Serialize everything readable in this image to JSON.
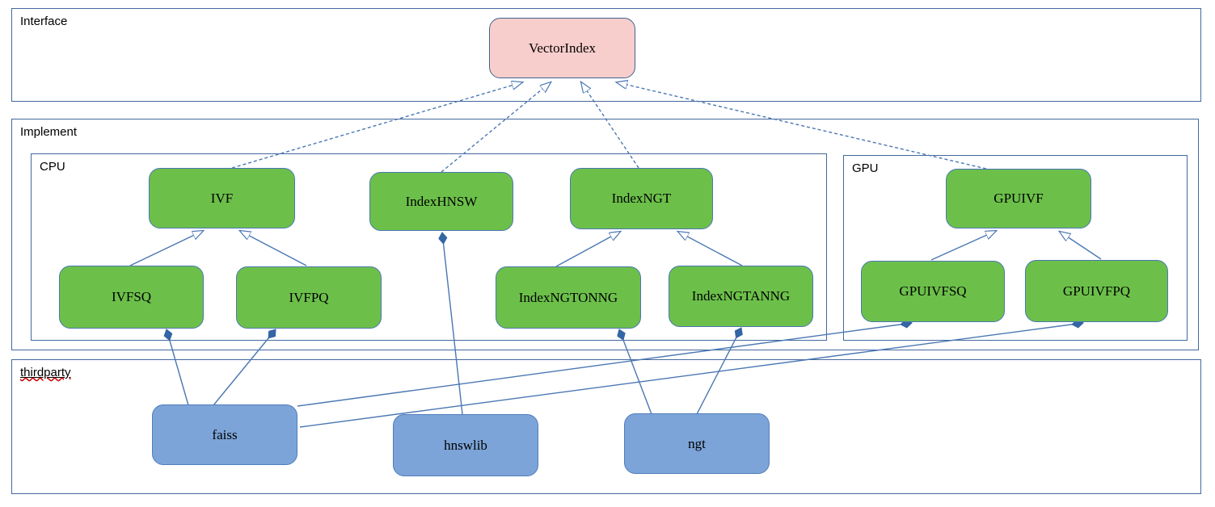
{
  "diagram": {
    "containers": {
      "interface": {
        "label": "Interface"
      },
      "implement": {
        "label": "Implement"
      },
      "cpu": {
        "label": "CPU"
      },
      "gpu": {
        "label": "GPU"
      },
      "thirdparty": {
        "label": "thirdparty"
      }
    },
    "nodes": {
      "vectorindex": {
        "label": "VectorIndex",
        "kind": "interface"
      },
      "ivf": {
        "label": "IVF",
        "kind": "cpu-class"
      },
      "indexhnsw": {
        "label": "IndexHNSW",
        "kind": "cpu-class"
      },
      "indexngt": {
        "label": "IndexNGT",
        "kind": "cpu-class"
      },
      "ivfsq": {
        "label": "IVFSQ",
        "kind": "cpu-class"
      },
      "ivfpq": {
        "label": "IVFPQ",
        "kind": "cpu-class"
      },
      "indexngtonng": {
        "label": "IndexNGTONNG",
        "kind": "cpu-class"
      },
      "indexngtanng": {
        "label": "IndexNGTANNG",
        "kind": "cpu-class"
      },
      "gpuivf": {
        "label": "GPUIVF",
        "kind": "gpu-class"
      },
      "gpuivfsq": {
        "label": "GPUIVFSQ",
        "kind": "gpu-class"
      },
      "gpuivfpq": {
        "label": "GPUIVFPQ",
        "kind": "gpu-class"
      },
      "faiss": {
        "label": "faiss",
        "kind": "library"
      },
      "hnswlib": {
        "label": "hnswlib",
        "kind": "library"
      },
      "ngt": {
        "label": "ngt",
        "kind": "library"
      }
    },
    "edges": [
      {
        "from": "IVF",
        "to": "VectorIndex",
        "type": "realization-dashed-hollow-arrow"
      },
      {
        "from": "IndexHNSW",
        "to": "VectorIndex",
        "type": "realization-dashed-hollow-arrow"
      },
      {
        "from": "IndexNGT",
        "to": "VectorIndex",
        "type": "realization-dashed-hollow-arrow"
      },
      {
        "from": "GPUIVF",
        "to": "VectorIndex",
        "type": "realization-dashed-hollow-arrow"
      },
      {
        "from": "IVFSQ",
        "to": "IVF",
        "type": "inheritance-hollow-arrow"
      },
      {
        "from": "IVFPQ",
        "to": "IVF",
        "type": "inheritance-hollow-arrow"
      },
      {
        "from": "IndexNGTONNG",
        "to": "IndexNGT",
        "type": "inheritance-hollow-arrow"
      },
      {
        "from": "IndexNGTANNG",
        "to": "IndexNGT",
        "type": "inheritance-hollow-arrow"
      },
      {
        "from": "GPUIVFSQ",
        "to": "GPUIVF",
        "type": "inheritance-hollow-arrow"
      },
      {
        "from": "GPUIVFPQ",
        "to": "GPUIVF",
        "type": "inheritance-hollow-arrow"
      },
      {
        "from": "faiss",
        "to": "IVFSQ",
        "type": "composition-filled-diamond"
      },
      {
        "from": "faiss",
        "to": "IVFPQ",
        "type": "composition-filled-diamond"
      },
      {
        "from": "faiss",
        "to": "GPUIVFSQ",
        "type": "composition-filled-diamond"
      },
      {
        "from": "faiss",
        "to": "GPUIVFPQ",
        "type": "composition-filled-diamond"
      },
      {
        "from": "hnswlib",
        "to": "IndexHNSW",
        "type": "composition-filled-diamond"
      },
      {
        "from": "ngt",
        "to": "IndexNGTONNG",
        "type": "composition-filled-diamond"
      },
      {
        "from": "ngt",
        "to": "IndexNGTANNG",
        "type": "composition-filled-diamond"
      }
    ],
    "colors": {
      "interface_node_fill": "#f8cecc",
      "implement_node_fill": "#6cc04a",
      "library_node_fill": "#7ca4d8",
      "connector": "#4a77b2",
      "container_border": "#44699e",
      "spellcheck_squiggle": "#cc0000"
    }
  }
}
